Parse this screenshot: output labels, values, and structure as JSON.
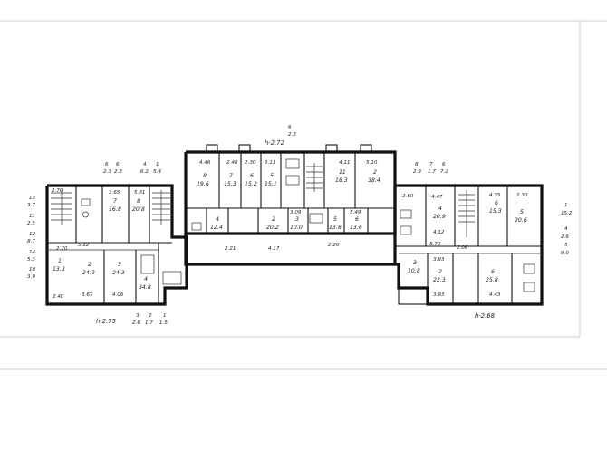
{
  "sheet": {
    "border_color": "#cfcfcf",
    "line_color": "#111111"
  },
  "levels": {
    "top": "h-2.72",
    "left": "h-2.75",
    "right": "h-2.68"
  },
  "axis_marks": {
    "top": [
      "6",
      "2.3"
    ],
    "left_top": [
      "6",
      "2.3",
      "6",
      "2.3",
      "4",
      "6.2",
      "1",
      "5.4"
    ],
    "right_top": [
      "8",
      "2.9",
      "7",
      "1.7",
      "6",
      "7.2"
    ],
    "left_bottom": [
      "3",
      "2.6",
      "2",
      "1.7",
      "1",
      "1.5"
    ],
    "right_side": [
      "1",
      "15.2",
      "4",
      "2.6",
      "5",
      "9.0"
    ],
    "left_side": [
      "13",
      "3.7",
      "11",
      "2.5",
      "12",
      "8.7",
      "14",
      "5.3",
      "10",
      "3.9"
    ]
  },
  "rooms": [
    {
      "id": "wl1",
      "num": "7",
      "area": "16.8"
    },
    {
      "id": "wl2",
      "num": "8",
      "area": "20.8"
    },
    {
      "id": "wl3",
      "num": "1",
      "area": "13.3"
    },
    {
      "id": "wl4",
      "num": "2",
      "area": "24.2"
    },
    {
      "id": "wl5",
      "num": "5",
      "area": "24.3"
    },
    {
      "id": "wl6",
      "num": "4",
      "area": "34.8"
    },
    {
      "id": "c1",
      "num": "8",
      "area": "19.6"
    },
    {
      "id": "c2",
      "num": "7",
      "area": "15.3"
    },
    {
      "id": "c3",
      "num": "6",
      "area": "15.2"
    },
    {
      "id": "c4",
      "num": "5",
      "area": "15.1"
    },
    {
      "id": "c5",
      "num": "11",
      "area": "18.3"
    },
    {
      "id": "c6",
      "num": "2",
      "area": "38.4"
    },
    {
      "id": "c7",
      "num": "4",
      "area": "12.4"
    },
    {
      "id": "c8",
      "num": "2",
      "area": "20.2"
    },
    {
      "id": "c9",
      "num": "3",
      "area": "10.0"
    },
    {
      "id": "c10",
      "num": "5",
      "area": "13.8"
    },
    {
      "id": "c11",
      "num": "6",
      "area": "13.6"
    },
    {
      "id": "e1",
      "num": "4",
      "area": "20.9"
    },
    {
      "id": "e2",
      "num": "6",
      "area": "15.3"
    },
    {
      "id": "e3",
      "num": "3",
      "area": "10.8"
    },
    {
      "id": "e4",
      "num": "2",
      "area": "22.3"
    },
    {
      "id": "e5",
      "num": "6",
      "area": "25.8"
    },
    {
      "id": "e6",
      "num": "5",
      "area": "20.6"
    }
  ],
  "dims": [
    "4.46",
    "2.48",
    "2.30",
    "3.11",
    "4.11",
    "5.10",
    "3.65",
    "5.81",
    "2.40",
    "3.67",
    "4.06",
    "2.70",
    "5.12",
    "4.12",
    "4.47",
    "2.60",
    "4.35",
    "2.30",
    "3.93",
    "3.93",
    "4.43",
    "2.70",
    "5.49",
    "3.09",
    "4.17",
    "2.21",
    "2.20",
    "2.06",
    "5.70"
  ]
}
